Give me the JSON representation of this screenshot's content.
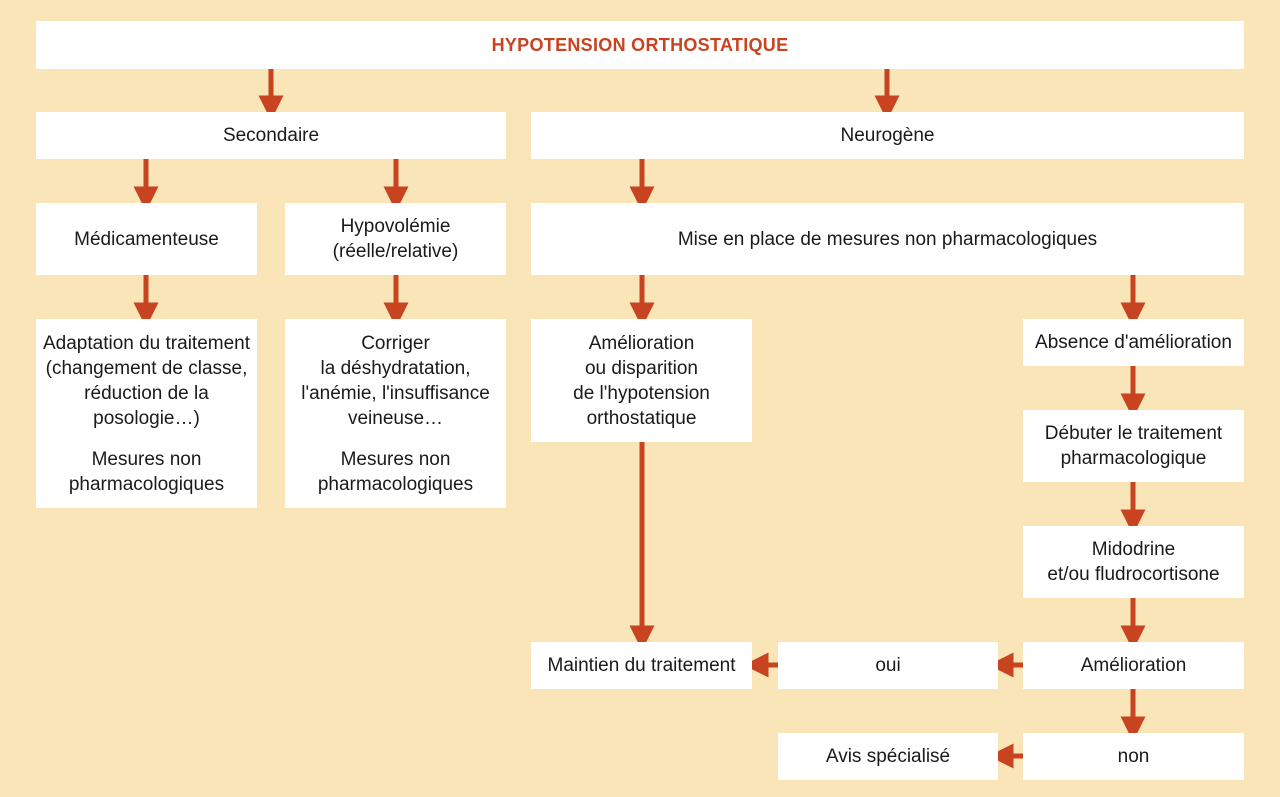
{
  "title": "HYPOTENSION ORTHOSTATIQUE",
  "colors": {
    "background": "#f9e5b8",
    "box": "#ffffff",
    "arrow": "#c84420",
    "title": "#c84420"
  },
  "secondary": {
    "label": "Secondaire",
    "drug": {
      "label": "Médicamenteuse",
      "action": [
        "Adaptation du traitement",
        "(changement de classe,",
        "réduction de la",
        "posologie…)"
      ],
      "measures": [
        "Mesures non",
        "pharmacologiques"
      ]
    },
    "hypovolemia": {
      "label": [
        "Hypovolémie",
        "(réelle/relative)"
      ],
      "action": [
        "Corriger",
        "la déshydratation,",
        "l'anémie, l'insuffisance",
        "veineuse…"
      ],
      "measures": [
        "Mesures non",
        "pharmacologiques"
      ]
    }
  },
  "neurogenic": {
    "label": "Neurogène",
    "nonpharma": "Mise en place de mesures non pharmacologiques",
    "improved": [
      "Amélioration",
      "ou disparition",
      "de l'hypotension",
      "orthostatique"
    ],
    "no_improvement": "Absence d'amélioration",
    "start_treatment": [
      "Débuter le traitement",
      "pharmacologique"
    ],
    "drugs": [
      "Midodrine",
      "et/ou fludrocortisone"
    ],
    "improvement": "Amélioration",
    "yes": "oui",
    "no": "non",
    "maintain": "Maintien du traitement",
    "specialist": "Avis spécialisé"
  }
}
